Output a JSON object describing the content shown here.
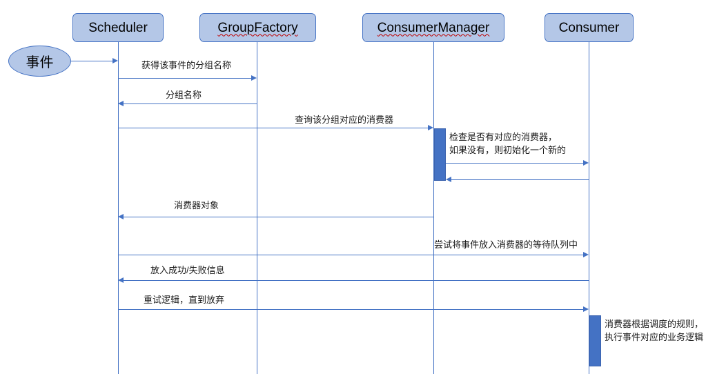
{
  "diagram": {
    "type": "sequence-diagram",
    "title": "",
    "colors": {
      "box_fill": "#B4C7E7",
      "box_border": "#4472C4",
      "line": "#4472C4",
      "activation_fill": "#4472C4",
      "text": "#1a1a1a",
      "spellcheck_underline": "#c00000"
    }
  },
  "start_node": {
    "label": "事件"
  },
  "participants": [
    {
      "id": "scheduler",
      "label": "Scheduler",
      "misspelled": false
    },
    {
      "id": "group-factory",
      "label": "GroupFactory",
      "misspelled": true
    },
    {
      "id": "consumer-manager",
      "label": "ConsumerManager",
      "misspelled": true
    },
    {
      "id": "consumer",
      "label": "Consumer",
      "misspelled": false
    }
  ],
  "messages": [
    {
      "id": "m0",
      "label": "",
      "from": "start",
      "to": "scheduler",
      "direction": "right"
    },
    {
      "id": "m1",
      "label": "获得该事件的分组名称",
      "from": "scheduler",
      "to": "group-factory",
      "direction": "right"
    },
    {
      "id": "m2",
      "label": "分组名称",
      "from": "group-factory",
      "to": "scheduler",
      "direction": "left"
    },
    {
      "id": "m3",
      "label": "查询该分组对应的消费器",
      "from": "scheduler",
      "to": "consumer-manager",
      "direction": "right"
    },
    {
      "id": "m4",
      "label": "",
      "from": "consumer-manager",
      "to": "consumer",
      "direction": "right"
    },
    {
      "id": "m5",
      "label": "",
      "from": "consumer",
      "to": "consumer-manager",
      "direction": "left"
    },
    {
      "id": "m6",
      "label": "消费器对象",
      "from": "consumer-manager",
      "to": "scheduler",
      "direction": "left"
    },
    {
      "id": "m7",
      "label": "尝试将事件放入消费器的等待队列中",
      "from": "scheduler",
      "to": "consumer",
      "direction": "right"
    },
    {
      "id": "m8",
      "label": "放入成功/失败信息",
      "from": "consumer",
      "to": "scheduler",
      "direction": "left"
    },
    {
      "id": "m9",
      "label": "重试逻辑，直到放弃",
      "from": "scheduler",
      "to": "consumer",
      "direction": "right"
    }
  ],
  "notes": [
    {
      "id": "note-consumer-manager",
      "owner": "consumer-manager",
      "line1": "检查是否有对应的消费器，",
      "line2": "如果没有，则初始化一个新的"
    },
    {
      "id": "note-consumer",
      "owner": "consumer",
      "line1": "消费器根据调度的规则，",
      "line2": "执行事件对应的业务逻辑"
    }
  ]
}
